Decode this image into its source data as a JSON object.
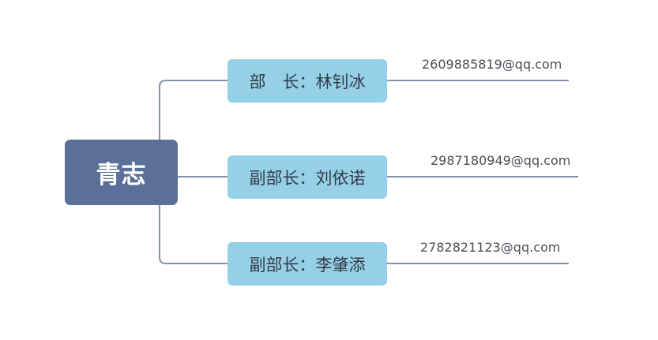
{
  "root": {
    "label": "青志",
    "color": "#5a7098"
  },
  "branches": [
    {
      "role_name": "部　长：林钊冰",
      "email": "2609885819@qq.com"
    },
    {
      "role_name": "副部长：刘依诺",
      "email": "2987180949@qq.com"
    },
    {
      "role_name": "副部长：李肇添",
      "email": "2782821123@qq.com"
    }
  ],
  "colors": {
    "child_node": "#95d0e6",
    "connector": "#8491a6",
    "text": "#333b48"
  }
}
